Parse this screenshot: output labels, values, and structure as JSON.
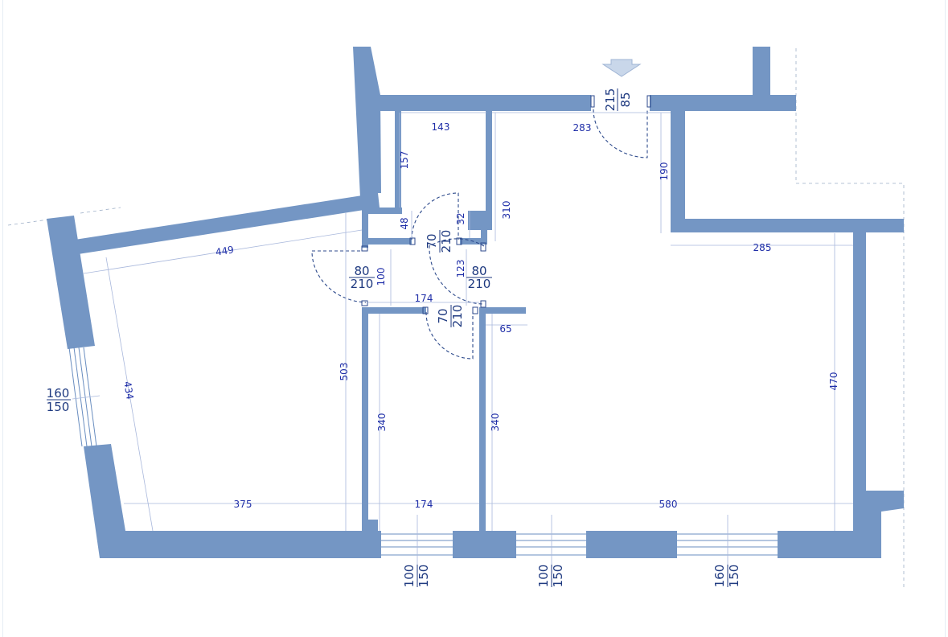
{
  "colors": {
    "wall": "#7496c4",
    "dim_line": "#a9b8dc",
    "dim_text": "#1f2ea8",
    "op_text": "#1f3a80",
    "swing": "#2d4a8c",
    "arrow": "#c9d7ea"
  },
  "icons": {
    "entrance": "entrance-arrow-icon"
  },
  "dimensions": {
    "d143": "143",
    "d283": "283",
    "d157": "157",
    "d190": "190",
    "d310": "310",
    "d48": "48",
    "d32": "32",
    "d449": "449",
    "d285": "285",
    "d100": "100",
    "d123": "123",
    "d174_top": "174",
    "d65": "65",
    "d503": "503",
    "d434": "434",
    "d470": "470",
    "d340_left": "340",
    "d340_right": "340",
    "d375": "375",
    "d174_bottom": "174",
    "d580": "580"
  },
  "openings": {
    "entrance_door": {
      "width": "85",
      "height": "215"
    },
    "door_left_room": {
      "width": "80",
      "height": "210"
    },
    "door_bath": {
      "width": "70",
      "height": "210"
    },
    "door_main": {
      "width": "80",
      "height": "210"
    },
    "door_small_room": {
      "width": "70",
      "height": "210"
    },
    "window_left": {
      "width": "160",
      "height": "150"
    },
    "window_bottom_1": {
      "width": "100",
      "height": "150"
    },
    "window_bottom_2": {
      "width": "100",
      "height": "150"
    },
    "window_bottom_3": {
      "width": "160",
      "height": "150"
    }
  }
}
